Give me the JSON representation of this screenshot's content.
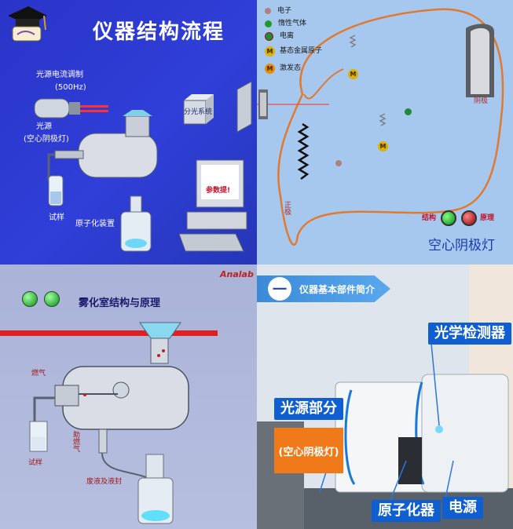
{
  "panel1": {
    "title": "仪器结构流程",
    "light_modulation": "光源电流调制",
    "frequency": "(500Hz)",
    "light_source": "光源",
    "hcl": "(空心阴极灯)",
    "monochromator": "分光系统",
    "sample": "试样",
    "atomizer": "原子化装置",
    "screen_text": "参数提!"
  },
  "panel2": {
    "legend": [
      {
        "label": "电子",
        "color": "#b08080"
      },
      {
        "label": "惰性气体",
        "color": "#1f9a2a"
      },
      {
        "label": "电离",
        "color": "#1f8a3a"
      },
      {
        "label": "基态金属原子",
        "color": "#e0b000"
      },
      {
        "label": "激发态",
        "color": "#e09000"
      }
    ],
    "atom_letter": "M",
    "cathode": "阴极",
    "anode": "正极",
    "structure": "结构",
    "principle": "原理",
    "caption": "空心阴极灯"
  },
  "panel3": {
    "title": "雾化室结构与原理",
    "logo": "Analab",
    "fuel": "燃气",
    "aux_gas": "助燃气",
    "sample": "试样",
    "waste": "废液及液封"
  },
  "panel4": {
    "number": "一",
    "title": "仪器基本部件简介",
    "detector": "光学检测器",
    "source": "光源部分",
    "hcl": "(空心阴极灯)",
    "atomizer": "原子化器",
    "power": "电源"
  },
  "colors": {
    "p1_bg": "#2f3fd8",
    "p2_bg": "#a7c8ee",
    "p3_bg": "#b1b9dc",
    "label_blue": "#0f5fd2",
    "label_orange": "#f07a1a",
    "orange_curve": "#e07a30"
  }
}
